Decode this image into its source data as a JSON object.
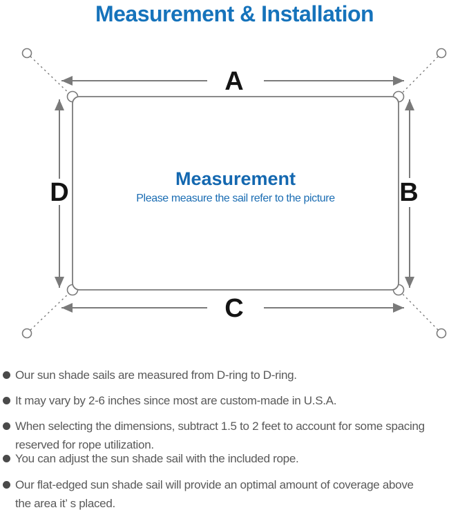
{
  "page": {
    "title": "Measurement & Installation"
  },
  "colors": {
    "title_blue": "#1673BB",
    "center_heading_blue": "#1468B0",
    "center_sub_blue": "#1B6DB3",
    "line_gray": "#7a7a7a",
    "note_text_gray": "#595959",
    "label_black": "#141414"
  },
  "diagram": {
    "labels": {
      "top": "A",
      "right": "B",
      "bottom": "C",
      "left": "D"
    },
    "center": {
      "heading": "Measurement",
      "subheading": "Please measure the sail refer to the picture"
    }
  },
  "notes": {
    "items": [
      "Our sun shade sails are measured from D-ring to D-ring.",
      "It may vary by 2-6 inches since most are custom-made in U.S.A.",
      "When selecting the dimensions, subtract 1.5 to 2 feet to account for some spacing\nreserved for rope utilization.",
      "You can adjust the sun shade sail with the included rope.",
      "Our flat-edged sun shade sail will provide an optimal amount of coverage above\nthe area it’ s placed."
    ]
  }
}
